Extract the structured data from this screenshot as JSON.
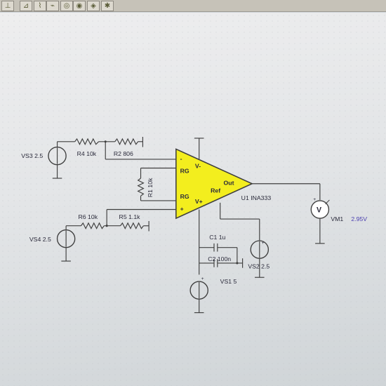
{
  "toolbar": {
    "icons": [
      "plot-button-icon",
      "probe-icon",
      "tool-icon",
      "spring-icon",
      "meter-icon",
      "scope-icon",
      "marker-icon",
      "gear-icon"
    ],
    "glyphs": [
      "⊥",
      "⊿",
      "⌇",
      "⌁",
      "◎",
      "◉",
      "◈",
      "✱"
    ]
  },
  "schematic": {
    "opamp": {
      "name": "U1 INA333",
      "pin_rg_top": "RG",
      "pin_rg_bottom": "RG",
      "pin_vminus": "V-",
      "pin_vplus": "V+",
      "pin_out": "Out",
      "pin_ref": "Ref",
      "pin_minus": "-",
      "pin_plus": "+"
    },
    "resistors": {
      "r4": "R4 10k",
      "r2": "R2 806",
      "r1": "R1 10k",
      "r6": "R6 10k",
      "r5": "R5 1.1k"
    },
    "capacitors": {
      "c1": "C1 1u",
      "c2": "C2 100n"
    },
    "sources": {
      "vs3": "VS3 2.5",
      "vs4": "VS4 2.5",
      "vs2": "VS2 2.5",
      "vs1": "VS1 5"
    },
    "meter": {
      "name": "VM1",
      "reading": "2.95V",
      "symbol": "V"
    },
    "plus_sign": "+",
    "colors": {
      "opamp_fill": "#f3ee1e",
      "meter_reading": "#4b3fb0",
      "wire": "#3f3f3f"
    }
  }
}
